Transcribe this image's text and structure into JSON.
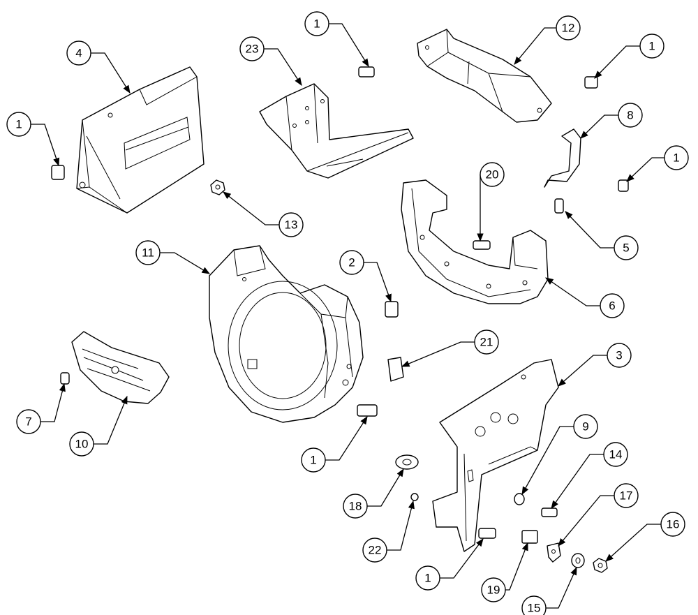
{
  "callouts": [
    {
      "id": "c1a",
      "label": "1"
    },
    {
      "id": "c1b",
      "label": "1"
    },
    {
      "id": "c1c",
      "label": "1"
    },
    {
      "id": "c1d",
      "label": "1"
    },
    {
      "id": "c1e",
      "label": "1"
    },
    {
      "id": "c1f",
      "label": "1"
    },
    {
      "id": "c2",
      "label": "2"
    },
    {
      "id": "c3",
      "label": "3"
    },
    {
      "id": "c4",
      "label": "4"
    },
    {
      "id": "c5",
      "label": "5"
    },
    {
      "id": "c6",
      "label": "6"
    },
    {
      "id": "c7",
      "label": "7"
    },
    {
      "id": "c8",
      "label": "8"
    },
    {
      "id": "c9",
      "label": "9"
    },
    {
      "id": "c10",
      "label": "10"
    },
    {
      "id": "c11",
      "label": "11"
    },
    {
      "id": "c12",
      "label": "12"
    },
    {
      "id": "c13",
      "label": "13"
    },
    {
      "id": "c14",
      "label": "14"
    },
    {
      "id": "c15",
      "label": "15"
    },
    {
      "id": "c16",
      "label": "16"
    },
    {
      "id": "c17",
      "label": "17"
    },
    {
      "id": "c18",
      "label": "18"
    },
    {
      "id": "c19",
      "label": "19"
    },
    {
      "id": "c20",
      "label": "20"
    },
    {
      "id": "c21",
      "label": "21"
    },
    {
      "id": "c22",
      "label": "22"
    },
    {
      "id": "c23",
      "label": "23"
    }
  ]
}
